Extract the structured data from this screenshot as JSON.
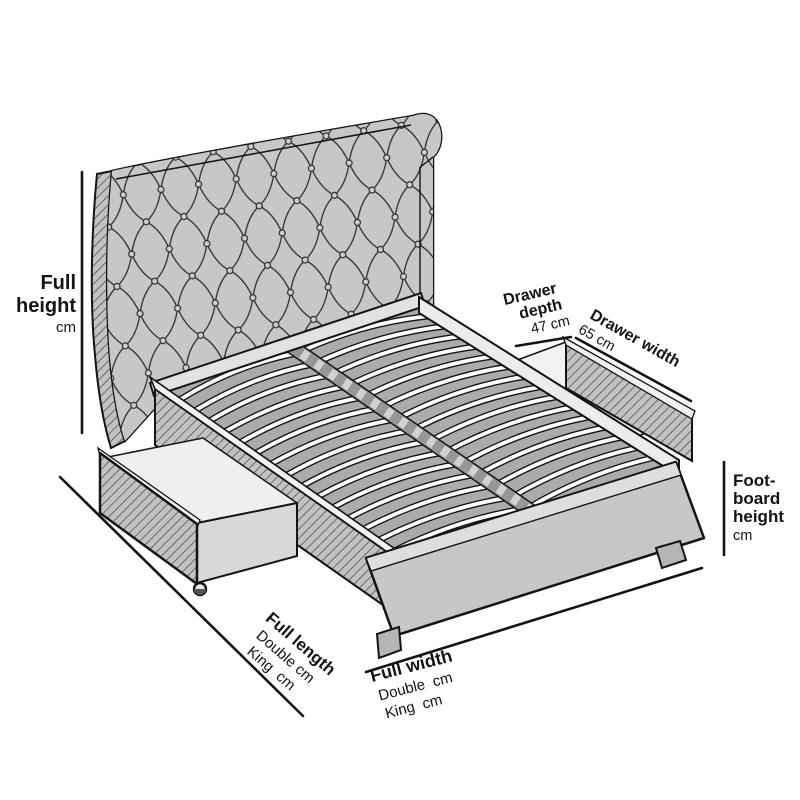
{
  "diagram": {
    "subject": "storage-bed-dimension-diagram",
    "colors": {
      "outline": "#141414",
      "upholstery": "#c7c7c7",
      "hatch_bg": "#c2c2c2",
      "slat": "#ffffff",
      "base_interior": "#ababab",
      "rim": "#f2f2f2",
      "drawer_wall": "#d8d8d8",
      "background": "#ffffff"
    },
    "labels": {
      "full_height": {
        "line1": "Full",
        "line2": "height",
        "unit": "cm"
      },
      "drawer_depth": {
        "line1": "Drawer",
        "line2": "depth",
        "value": "47 cm"
      },
      "drawer_width": {
        "label": "Drawer width",
        "value": "65 cm"
      },
      "footboard_height": {
        "line1": "Foot-",
        "line2": "board",
        "line3": "height",
        "unit": "cm"
      },
      "full_length": {
        "label": "Full length",
        "double": "Double cm",
        "king": "King  cm"
      },
      "full_width": {
        "label": "Full width",
        "double": "Double  cm",
        "king": "King  cm"
      }
    }
  }
}
